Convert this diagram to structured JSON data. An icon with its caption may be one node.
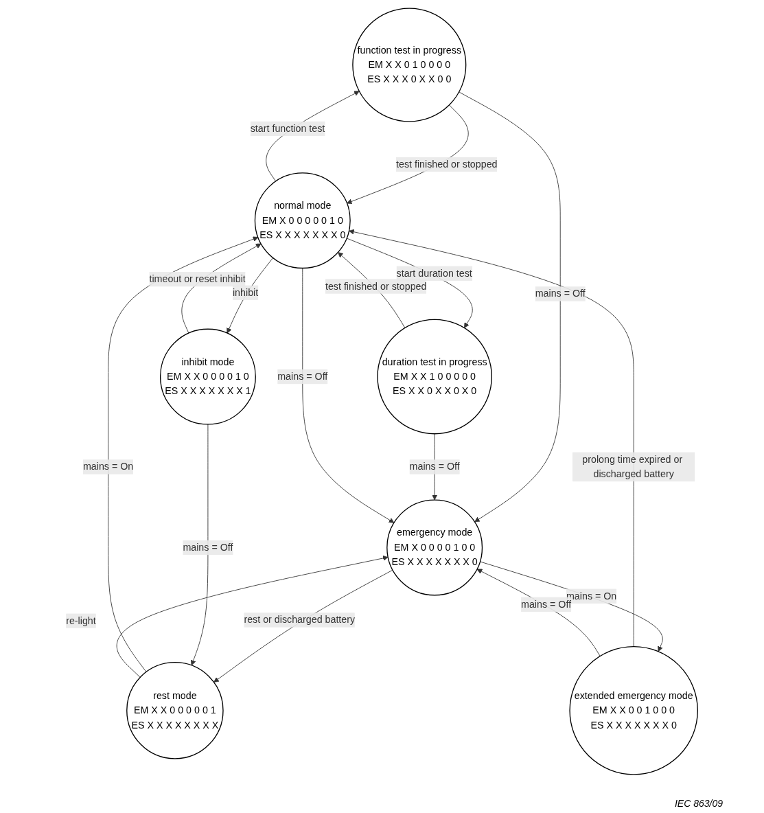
{
  "diagram": {
    "nodes": [
      {
        "text": [
          "function test in progress",
          "EM X X 0 1 0 0 0 0",
          "ES X X X 0 X X 0 0"
        ]
      },
      {
        "text": [
          "normal mode",
          "EM X 0 0 0 0 0 1 0",
          "ES X X X X X X X 0"
        ]
      },
      {
        "text": [
          "duration test in progress",
          "EM X X 1 0 0 0 0 0",
          "ES X X 0 X X 0 X 0"
        ]
      },
      {
        "text": [
          "inhibit mode",
          "EM X X 0 0 0 0 1 0",
          "ES X X X X X X X 1"
        ]
      },
      {
        "text": [
          "rest mode",
          "EM X X 0 0 0 0 0 1",
          "ES X X X X X X X X"
        ]
      },
      {
        "text": [
          "emergency mode",
          "EM X 0 0 0 0 1 0 0",
          "ES X X X X X X X 0"
        ]
      },
      {
        "text": [
          "extended emergency mode",
          "EM X X 0 0 1 0 0 0",
          "ES X X X X X X X 0"
        ]
      }
    ],
    "edges": [
      {
        "from": 1,
        "to": 0,
        "arrow": "to",
        "label": "start function test"
      },
      {
        "from": 0,
        "to": 1,
        "arrow": "to",
        "label": "test finished or stopped"
      },
      {
        "from": 1,
        "to": 2,
        "arrow": "to",
        "label": "start duration test"
      },
      {
        "from": 2,
        "to": 1,
        "arrow": "to",
        "label": "test finished or stopped"
      },
      {
        "from": 1,
        "to": 3,
        "arrow": "to",
        "label": "inhibit"
      },
      {
        "from": 3,
        "to": 1,
        "arrow": "to",
        "label": "timeout or reset inhibit"
      },
      {
        "from": 0,
        "to": 5,
        "arrow": "to",
        "label": "mains = Off"
      },
      {
        "from": 2,
        "to": 5,
        "arrow": "to",
        "label": "mains = Off"
      },
      {
        "from": 1,
        "to": 5,
        "arrow": "to",
        "label": "mains = Off"
      },
      {
        "from": 4,
        "to": 1,
        "arrow": "to",
        "label": "mains = On"
      },
      {
        "from": 5,
        "to": 4,
        "arrow": "to",
        "label": "rest or discharged battery"
      },
      {
        "from": 4,
        "to": 5,
        "arrow": "to",
        "label": "re-light"
      },
      {
        "from": 3,
        "to": 4,
        "arrow": "to",
        "label": "mains = Off"
      },
      {
        "from": 6,
        "to": 1,
        "arrow": "to",
        "label": "prolong time expired or discharged battery"
      },
      {
        "from": 5,
        "to": 6,
        "arrow": "to",
        "label": "mains = On"
      },
      {
        "from": 6,
        "to": 5,
        "arrow": "to",
        "label": "mains = Off"
      }
    ],
    "labels": [
      "IEC 863/09"
    ]
  }
}
